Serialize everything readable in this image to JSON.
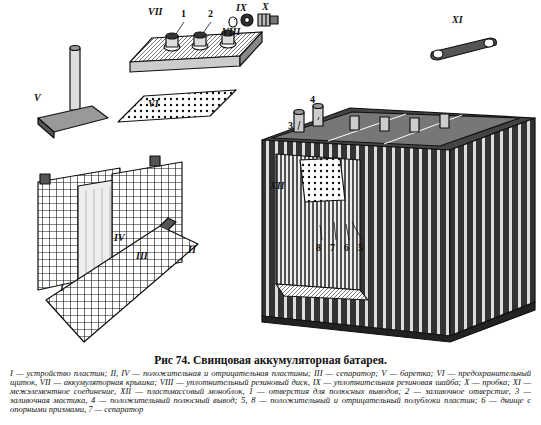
{
  "diagram": {
    "title": "Рис 74. Свинцовая аккумуляторная батарея.",
    "caption": "I — устройство пластин; II, IV — положительная и отрицательная пластины; III — сепаратор; V — баретка; VI — предохранительный щиток, VII — аккумуляторная крышка; VIII — уплотнительный резиновый диск, IX — уплотнительная резиновая шайба; X — пробка; XI — межэлементное соединение, XII — пластмассовый моноблок, 1 — отверстия для полюсных выводов; 2 — заливочное отверстие, 3 — заливочная мастика, 4 — положительный полюсный вывод; 5, 8 — положительный и отрицательный полублоки пластин; 6 — днище с опорными призмами, 7 — сепаратор",
    "labels": [
      "VII",
      "1",
      "2",
      "IX",
      "X",
      "VIII",
      "XI",
      "V",
      "VI",
      "3",
      "4",
      "XII",
      "IV",
      "III",
      "II",
      "I",
      "8",
      "7",
      "6",
      "5"
    ]
  }
}
